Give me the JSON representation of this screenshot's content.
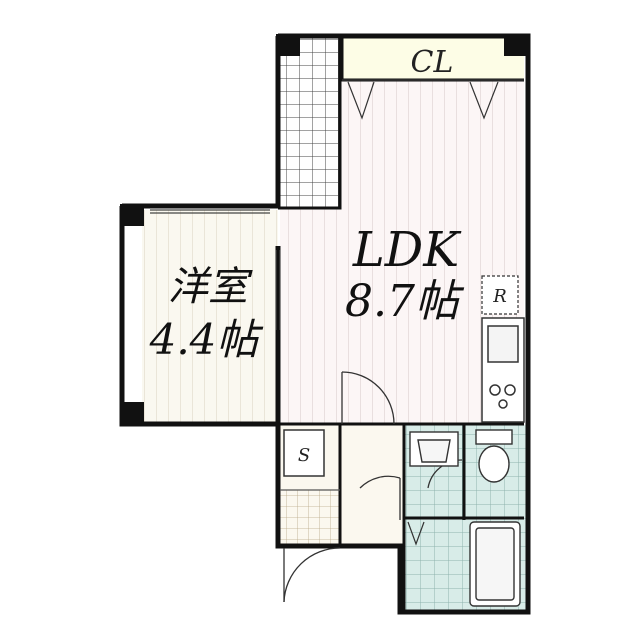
{
  "rooms": {
    "ldk": {
      "name": "LDK",
      "size": "8.7帖"
    },
    "western": {
      "name": "洋室",
      "size": "4.4帖"
    },
    "closet": {
      "name": "CL"
    },
    "storage": {
      "name": "S"
    },
    "fridge": {
      "name": "R"
    }
  },
  "colors": {
    "wall": "#111111",
    "ldk_floor": "#fcf6f6",
    "western_floor": "#faf8f0",
    "closet_floor": "#fdfde6",
    "entry_floor": "#fbf8ef",
    "wet_floor": "#d8ece8",
    "wet_grid": "#8fb3ae"
  }
}
